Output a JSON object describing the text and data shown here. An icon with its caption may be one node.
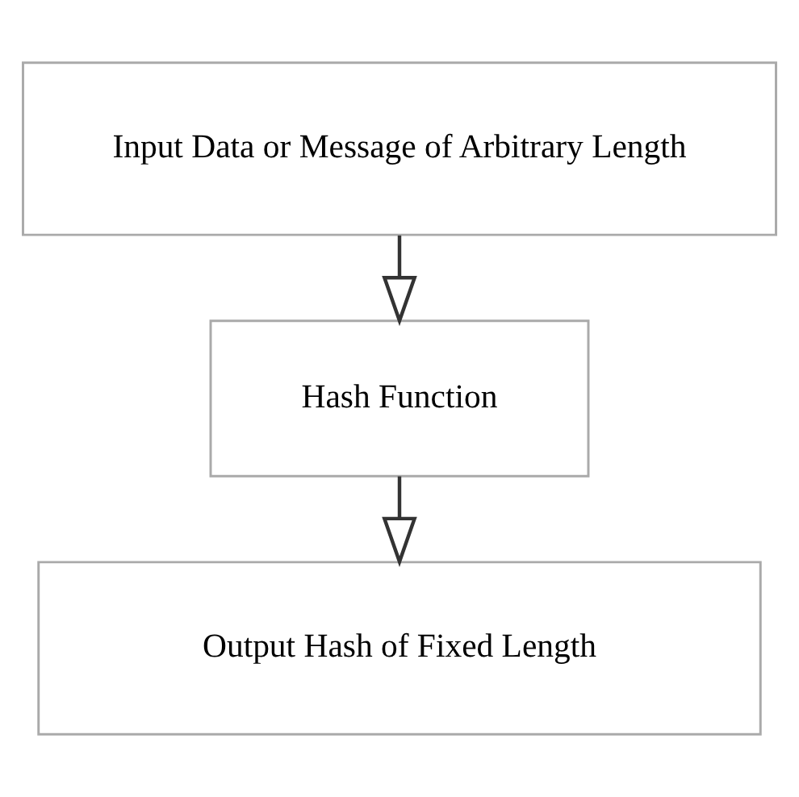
{
  "diagram": {
    "nodes": [
      {
        "text": [
          "Input Data or Message of Arbitrary Length"
        ]
      },
      {
        "text": [
          "Hash Function"
        ]
      },
      {
        "text": [
          "Output Hash of Fixed Length"
        ]
      }
    ],
    "edges": [
      {
        "from": 0,
        "to": 1,
        "arrow": "to"
      },
      {
        "from": 1,
        "to": 2,
        "arrow": "to"
      }
    ]
  }
}
